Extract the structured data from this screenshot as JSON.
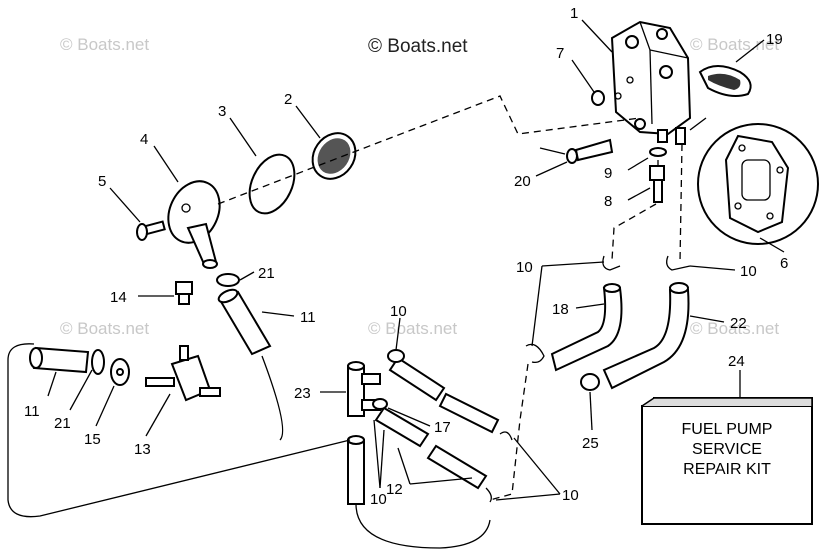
{
  "watermark_main": "© Boats.net",
  "watermarks": [
    "© Boats.net",
    "© Boats.net",
    "© Boats.net",
    "© Boats.net",
    "© Boats.net",
    "© Boats.net"
  ],
  "kit_box": {
    "line1": "FUEL PUMP",
    "line2": "SERVICE",
    "line3": "REPAIR KIT"
  },
  "callouts": {
    "c1": "1",
    "c2": "2",
    "c3": "3",
    "c4": "4",
    "c5": "5",
    "c6": "6",
    "c7": "7",
    "c8": "8",
    "c9": "9",
    "c10a": "10",
    "c10b": "10",
    "c10c": "10",
    "c10d": "10",
    "c10e": "10",
    "c11a": "11",
    "c11b": "11",
    "c12": "12",
    "c13": "13",
    "c14": "14",
    "c15": "15",
    "c17": "17",
    "c18": "18",
    "c19": "19",
    "c20": "20",
    "c21a": "21",
    "c21b": "21",
    "c22": "22",
    "c23": "23",
    "c24": "24",
    "c25": "25"
  }
}
